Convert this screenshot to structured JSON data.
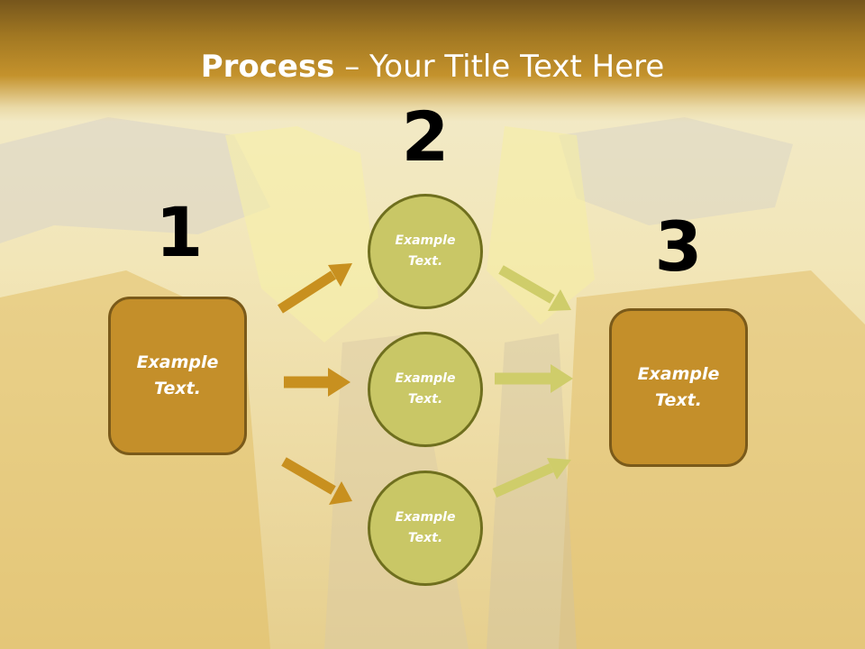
{
  "title": {
    "bold": "Process",
    "rest": " – Your Title Text Here"
  },
  "steps": {
    "one": {
      "number": "1",
      "text": "Example Text."
    },
    "two": {
      "number": "2"
    },
    "three": {
      "number": "3",
      "text": "Example Text."
    }
  },
  "circles": [
    {
      "text": "Example Text."
    },
    {
      "text": "Example Text."
    },
    {
      "text": "Example Text."
    }
  ],
  "colors": {
    "header": "#a27822",
    "box_fill": "#c48f2a",
    "circle_fill": "#c9c766",
    "left_arrows": "#c8901f",
    "right_arrows": "#cfcd6a"
  }
}
